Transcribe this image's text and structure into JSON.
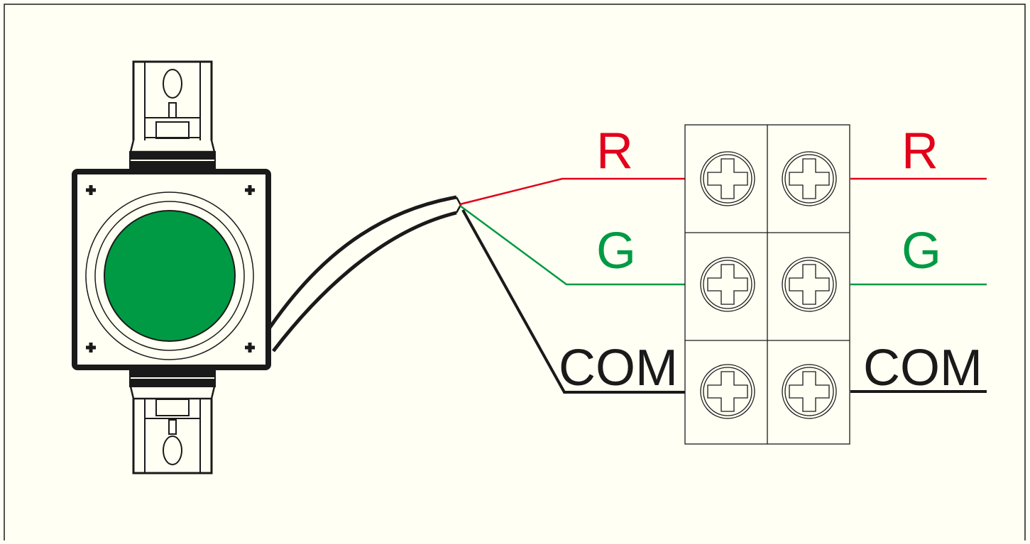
{
  "colors": {
    "background": "#fffff3",
    "stroke": "#1a1a1a",
    "red": "#e2001a",
    "green": "#009a44",
    "button_fill": "#009a44"
  },
  "icons": {
    "screw": "cross-head-screw",
    "mount": "cross-mount-hole"
  },
  "labels": {
    "left": {
      "red": "R",
      "green": "G",
      "common": "COM"
    },
    "right": {
      "red": "R",
      "green": "G",
      "common": "COM"
    }
  }
}
